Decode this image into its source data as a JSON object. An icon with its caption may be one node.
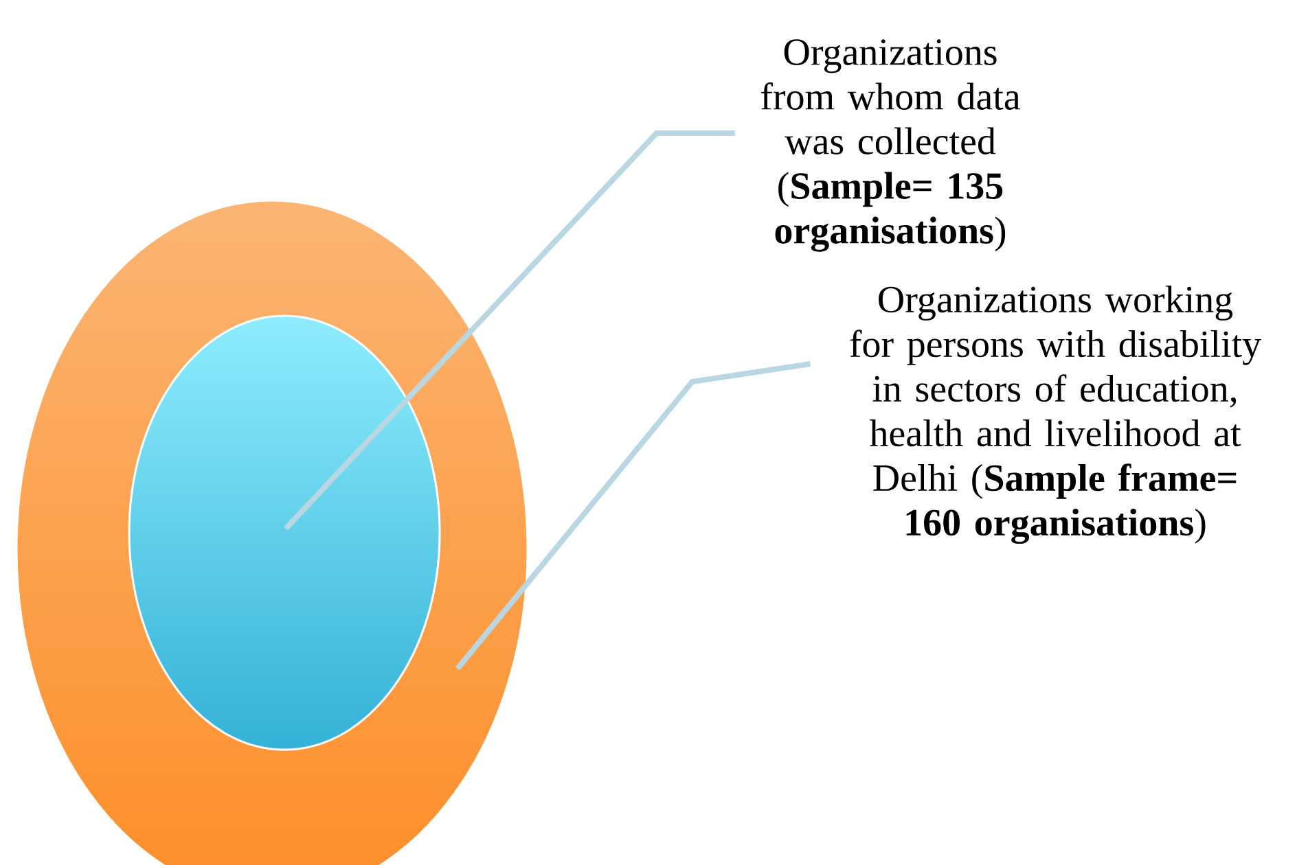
{
  "diagram": {
    "nodes": [
      {
        "text": [],
        "shape": "ellipse"
      },
      {
        "text": [],
        "shape": "ellipse",
        "in": 0
      },
      {
        "text": [
          "Organizations from whom data was collected (**Sample= 135 organisations**)"
        ]
      },
      {
        "text": [
          "Organizations working for persons with disability in sectors of education, health and livelihood at Delhi (**Sample frame= 160 organisations**)"
        ]
      }
    ],
    "edges": [
      {
        "from": 2,
        "to": 1,
        "arrow": "none"
      },
      {
        "from": 3,
        "to": 0,
        "arrow": "none"
      }
    ]
  }
}
